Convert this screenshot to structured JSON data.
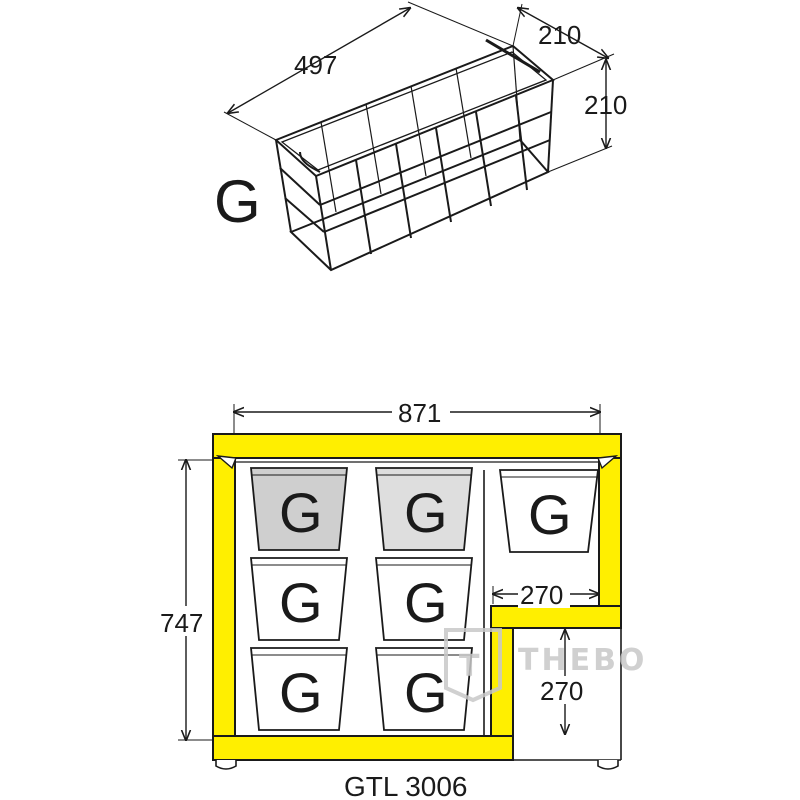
{
  "top_view": {
    "length": "497",
    "width": "210",
    "height": "210",
    "basket_label": "G"
  },
  "front_view": {
    "overall_width": "871",
    "overall_height": "747",
    "compressor_width": "270",
    "compressor_height": "270",
    "model": "GTL 3006",
    "basket_label": "G"
  },
  "watermark": {
    "text": "THEBO",
    "logo_letter": "T"
  },
  "colors": {
    "cabinet": "#ffef00",
    "line": "#1a1a1a",
    "basket_shaded_dark": "#cfcfcf",
    "basket_shaded_light": "#dedede",
    "watermark": "#c8c8c8"
  },
  "baskets": [
    {
      "label": "G",
      "shaded": "dark"
    },
    {
      "label": "G",
      "shaded": "light"
    },
    {
      "label": "G",
      "shaded": "none"
    },
    {
      "label": "G",
      "shaded": "none"
    },
    {
      "label": "G",
      "shaded": "none"
    },
    {
      "label": "G",
      "shaded": "none"
    },
    {
      "label": "G",
      "shaded": "none"
    }
  ]
}
